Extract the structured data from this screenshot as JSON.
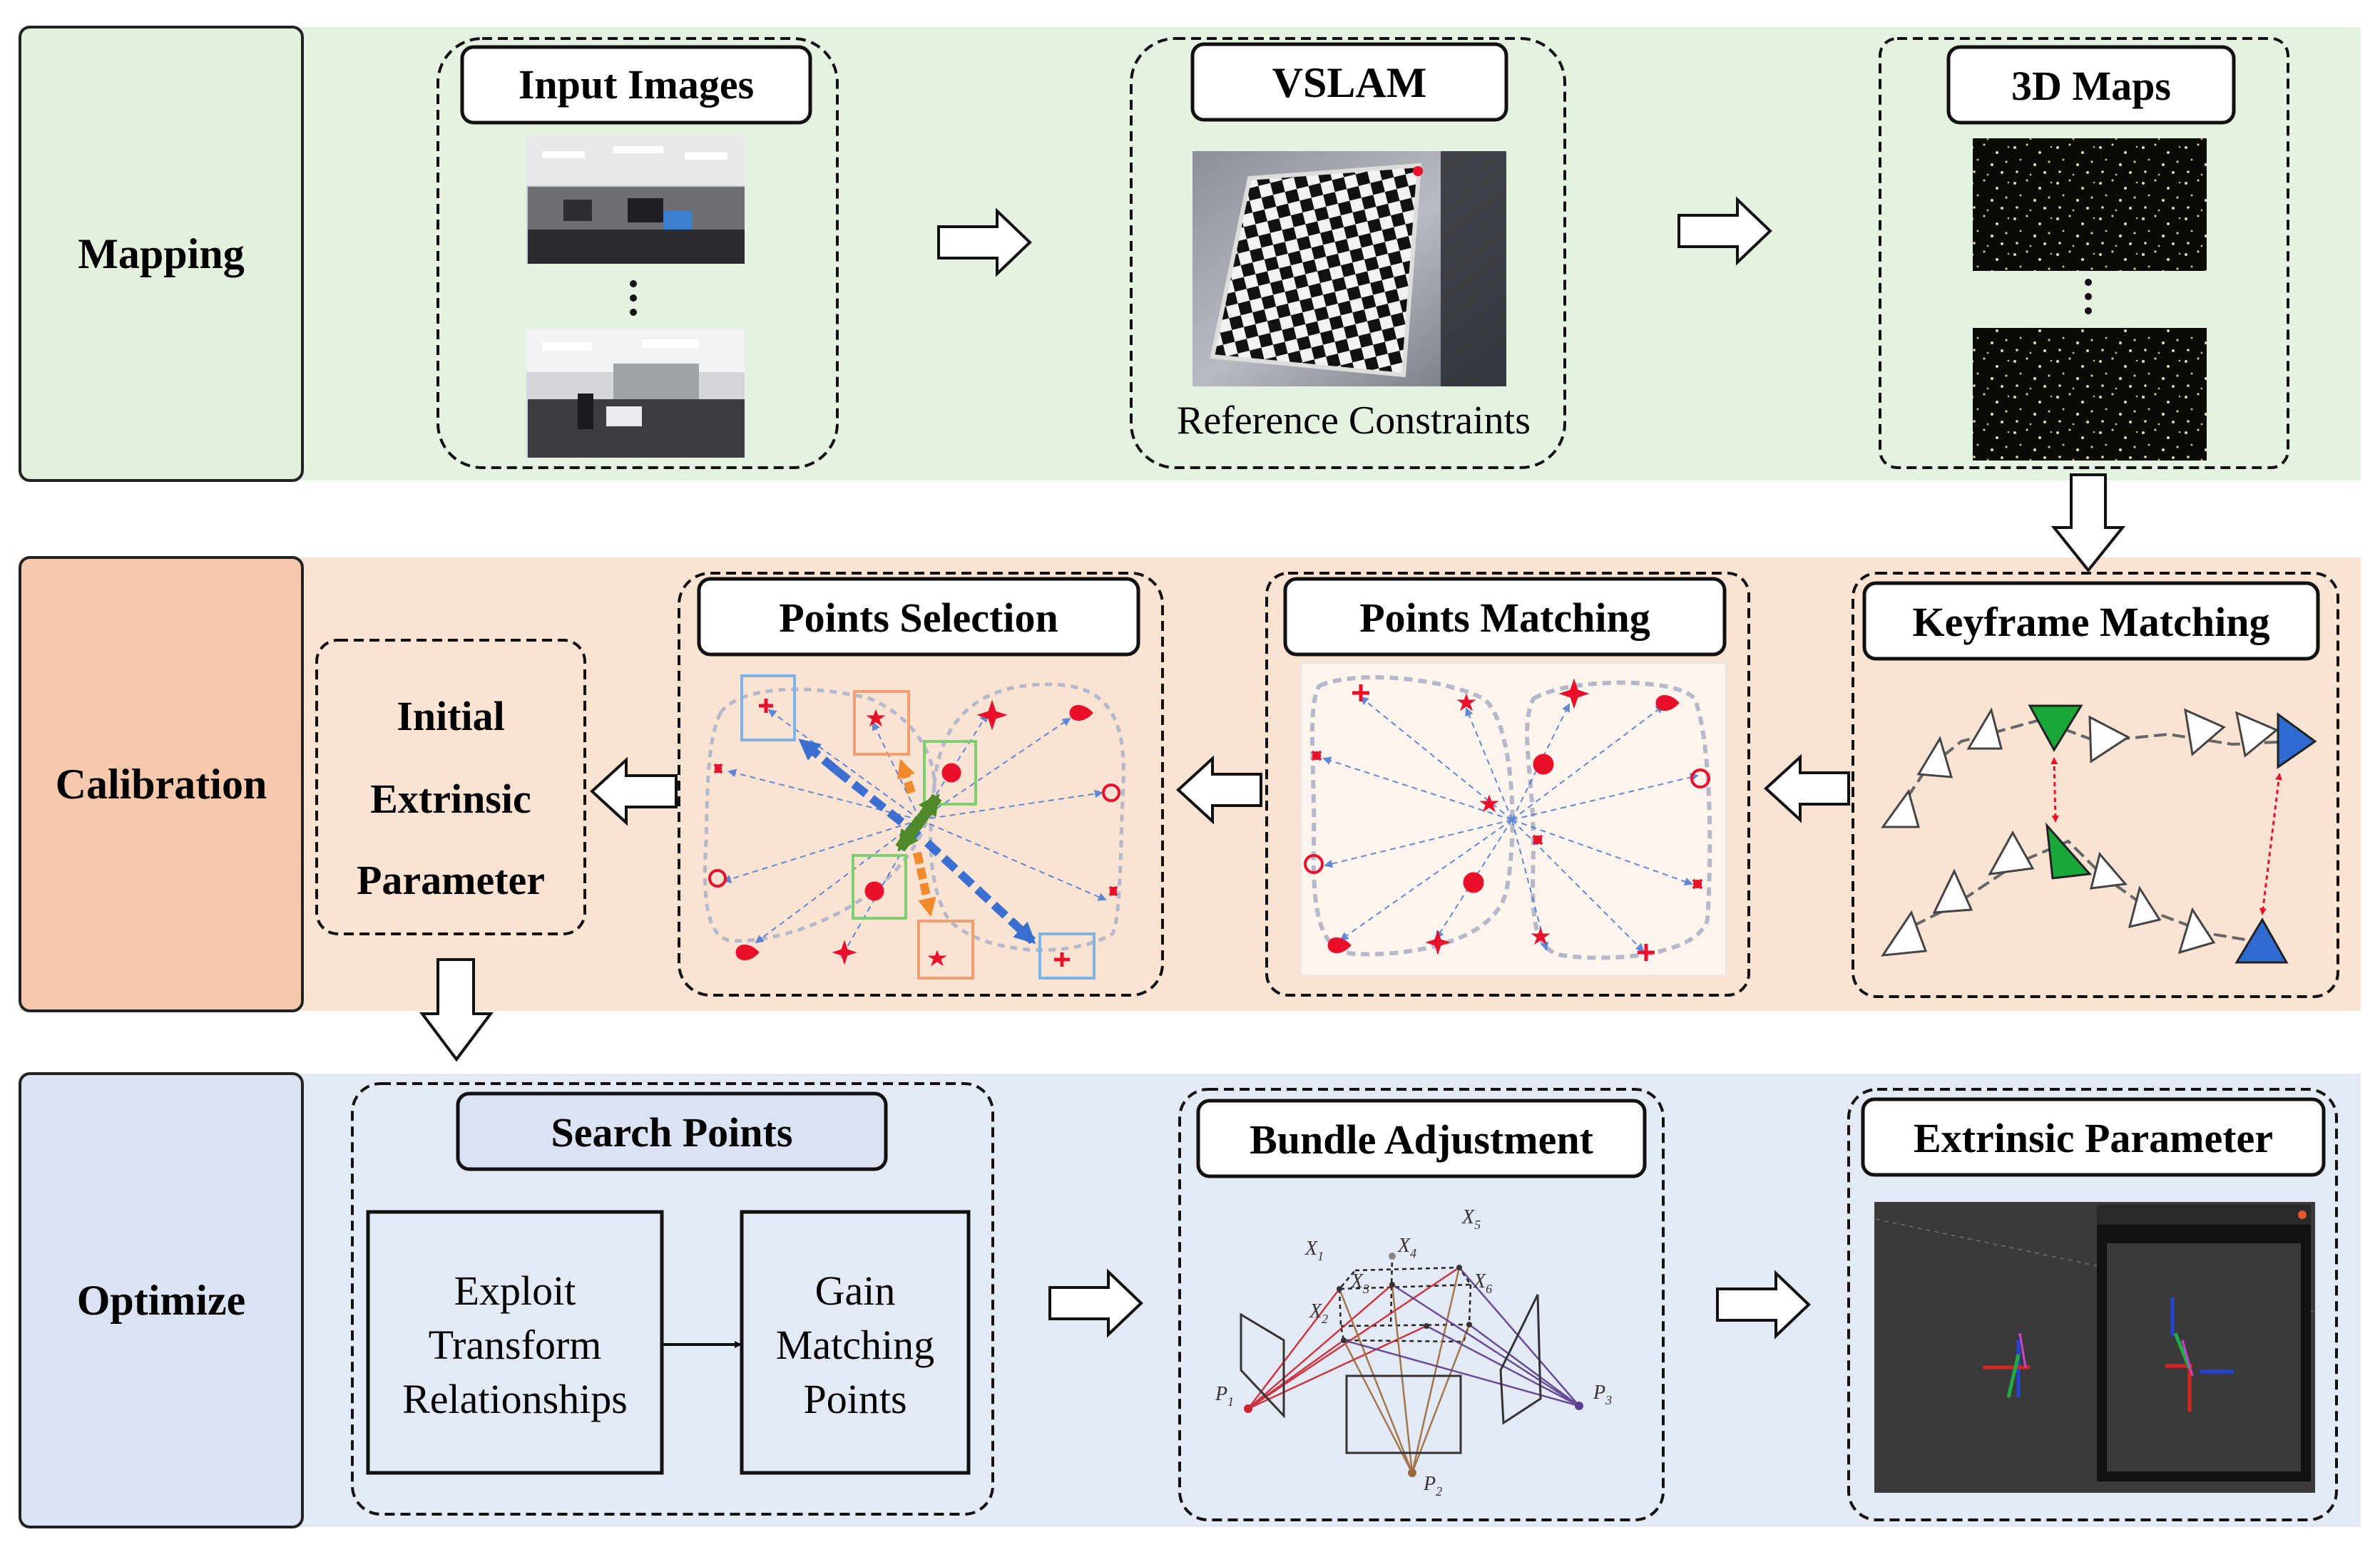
{
  "rows": {
    "mapping": {
      "label": "Mapping",
      "color": "#e6f2e1",
      "label_color": "#e3f0dc",
      "input_images_title": "Input Images",
      "vslam_title": "VSLAM",
      "vslam_caption": "Reference Constraints",
      "maps_title": "3D Maps"
    },
    "calibration": {
      "label": "Calibration",
      "color": "#fbe3d4",
      "label_color": "#f6c9ad",
      "initial_line1": "Initial",
      "initial_line2": "Extrinsic",
      "initial_line3": "Parameter",
      "points_selection_title": "Points Selection",
      "points_matching_title": "Points Matching",
      "keyframe_matching_title": "Keyframe Matching"
    },
    "optimize": {
      "label": "Optimize",
      "color": "#e3e9f5",
      "label_color": "#dbe3f3",
      "search_points_title": "Search Points",
      "exploit_line1": "Exploit",
      "exploit_line2": "Transform",
      "exploit_line3": "Relationships",
      "gain_line1": "Gain",
      "gain_line2": "Matching",
      "gain_line3": "Points",
      "bundle_title": "Bundle Adjustment",
      "extrinsic_title": "Extrinsic Parameter"
    }
  },
  "bundle_labels": {
    "x1": "X",
    "x1_sub": "1",
    "x2": "X",
    "x2_sub": "2",
    "x3": "X",
    "x3_sub": "3",
    "x4": "X",
    "x4_sub": "4",
    "x5": "X",
    "x5_sub": "5",
    "x6": "X",
    "x6_sub": "6",
    "p1": "P",
    "p1_sub": "1",
    "p2": "P",
    "p2_sub": "2",
    "p3": "P",
    "p3_sub": "3"
  },
  "colors": {
    "keyframe_green": "#1aa83a",
    "keyframe_blue": "#2f6bd0",
    "point_red": "#e8102a",
    "selection_blue": "#3a6fd0",
    "selection_orange": "#f08a2c",
    "selection_green": "#4f8a2a"
  }
}
